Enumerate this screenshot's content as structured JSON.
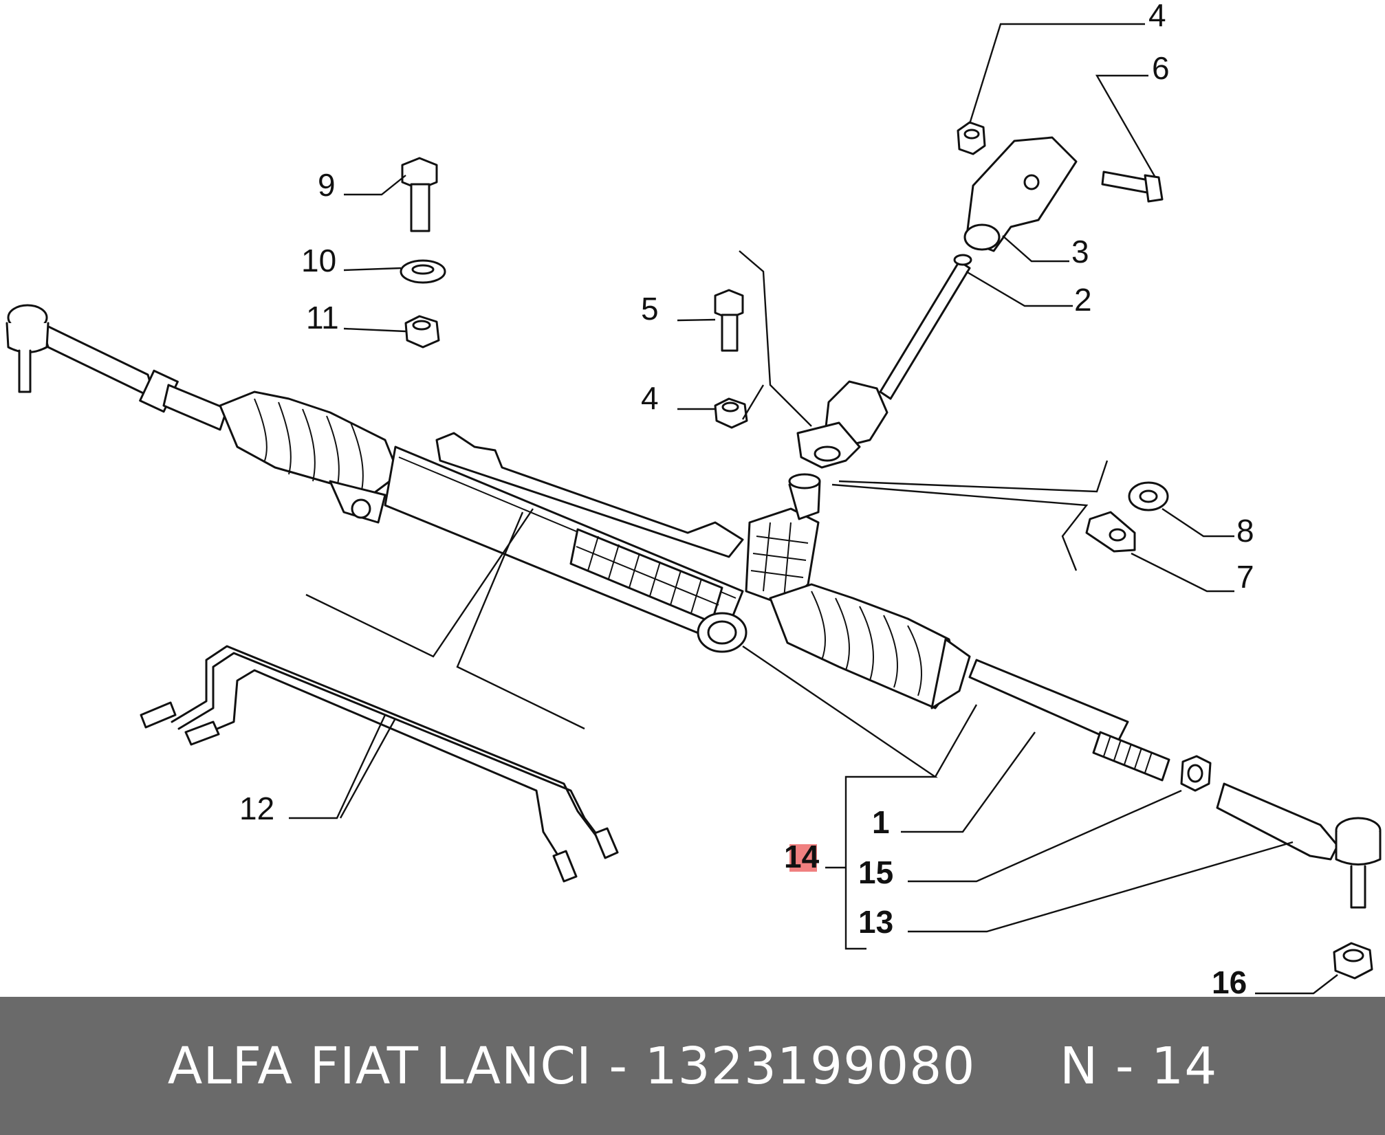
{
  "labels": {
    "l1": "1",
    "l2": "2",
    "l3": "3",
    "l4a": "4",
    "l4b": "4",
    "l5": "5",
    "l6": "6",
    "l7": "7",
    "l8": "8",
    "l9": "9",
    "l10": "10",
    "l11": "11",
    "l12": "12",
    "l13": "13",
    "l14": "14",
    "l15": "15",
    "l16": "16"
  },
  "colors": {
    "highlight": "#f08080",
    "footer_bg": "#6a6a6a",
    "line": "#111111"
  },
  "footer": {
    "text": "ALFA FIAT LANCI - 1323199080     N - 14"
  }
}
